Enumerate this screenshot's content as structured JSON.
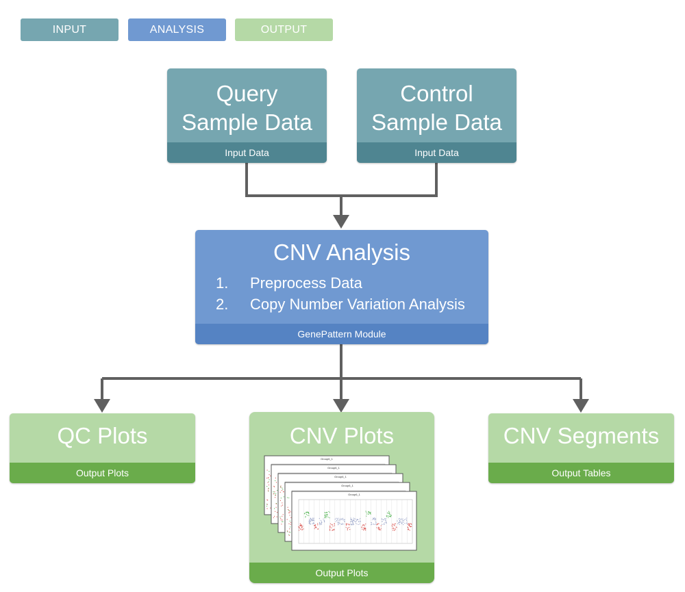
{
  "legend": {
    "input": "INPUT",
    "analysis": "ANALYSIS",
    "output": "OUTPUT"
  },
  "inputs": [
    {
      "title_line1": "Query",
      "title_line2": "Sample Data",
      "footer": "Input Data"
    },
    {
      "title_line1": "Control",
      "title_line2": "Sample Data",
      "footer": "Input Data"
    }
  ],
  "analysis": {
    "title": "CNV Analysis",
    "steps": [
      {
        "num": "1.",
        "text": "Preprocess Data"
      },
      {
        "num": "2.",
        "text": "Copy Number Variation Analysis"
      }
    ],
    "footer": "GenePattern Module"
  },
  "outputs": [
    {
      "title": "QC Plots",
      "footer": "Output Plots"
    },
    {
      "title": "CNV Plots",
      "footer": "Output Plots"
    },
    {
      "title": "CNV Segments",
      "footer": "Output Tables"
    }
  ],
  "colors": {
    "input": "#76a6b0",
    "input_footer": "#4f8591",
    "analysis": "#7099d1",
    "analysis_footer": "#5583c3",
    "output": "#b5d9a6",
    "output_footer": "#6aac4b",
    "connector": "#606060"
  },
  "thumbnail": {
    "sheet_count": 5,
    "sheet_title": "Group6_1"
  }
}
